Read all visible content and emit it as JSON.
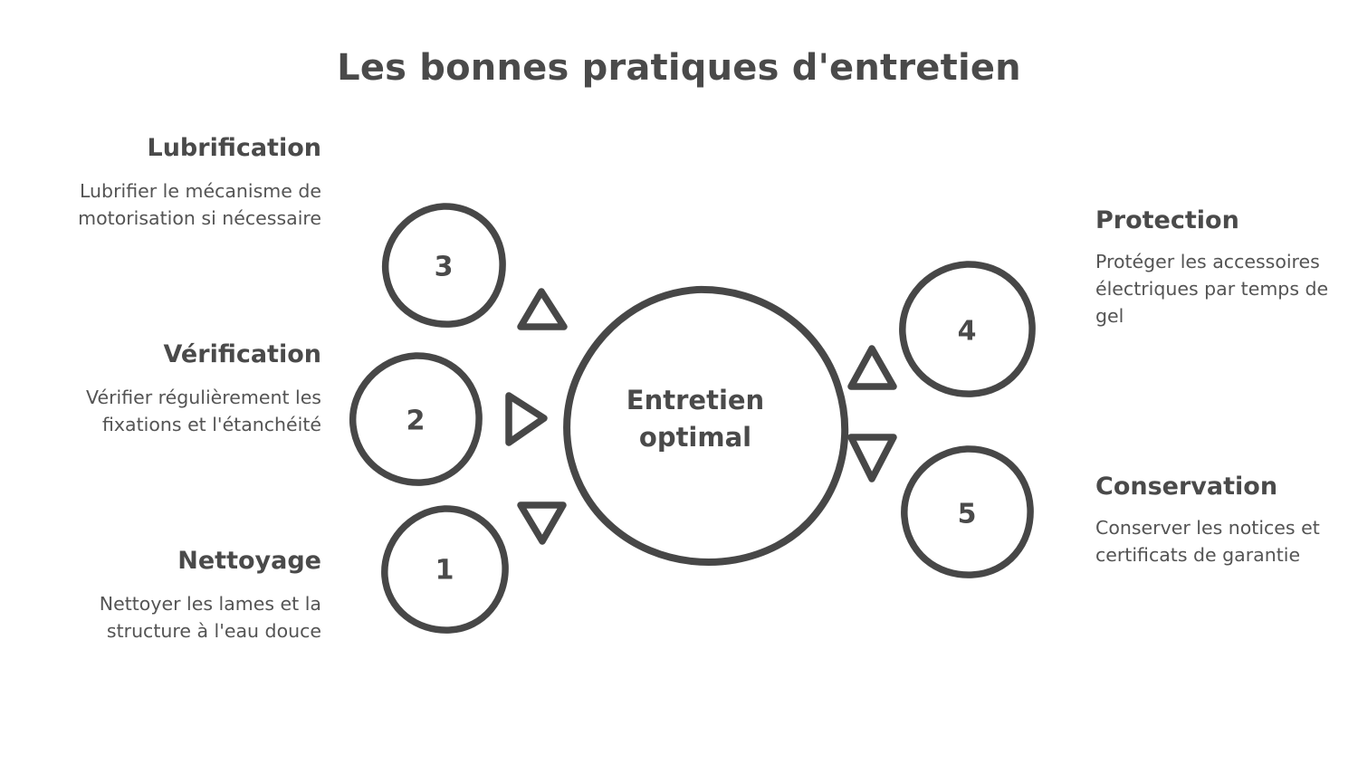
{
  "page": {
    "title": "Les bonnes pratiques d'entretien",
    "background_color": "#ffffff",
    "stroke_color": "#474747",
    "text_color": "#4a4a4a"
  },
  "center": {
    "label_line1": "Entretien",
    "label_line2": "optimal"
  },
  "nodes": [
    {
      "number": "1",
      "side": "left",
      "topic": "Nettoyage",
      "arrow": "triangle-down-icon"
    },
    {
      "number": "2",
      "side": "left",
      "topic": "Vérification",
      "arrow": "triangle-right-icon"
    },
    {
      "number": "3",
      "side": "left",
      "topic": "Lubrification",
      "arrow": "triangle-up-icon"
    },
    {
      "number": "4",
      "side": "right",
      "topic": "Protection",
      "arrow": "triangle-up-icon"
    },
    {
      "number": "5",
      "side": "right",
      "topic": "Conservation",
      "arrow": "triangle-down-icon"
    }
  ],
  "blocks": {
    "lubrification": {
      "heading": "Lubrification",
      "description": "Lubrifier le mécanisme de motorisation si nécessaire"
    },
    "verification": {
      "heading": "Vérification",
      "description": "Vérifier régulièrement les fixations et l'étanchéité"
    },
    "nettoyage": {
      "heading": "Nettoyage",
      "description": "Nettoyer les lames et la structure à l'eau douce"
    },
    "protection": {
      "heading": "Protection",
      "description": "Protéger les accessoires électriques par temps de gel"
    },
    "conservation": {
      "heading": "Conservation",
      "description": "Conserver les notices et certificats de garantie"
    }
  }
}
